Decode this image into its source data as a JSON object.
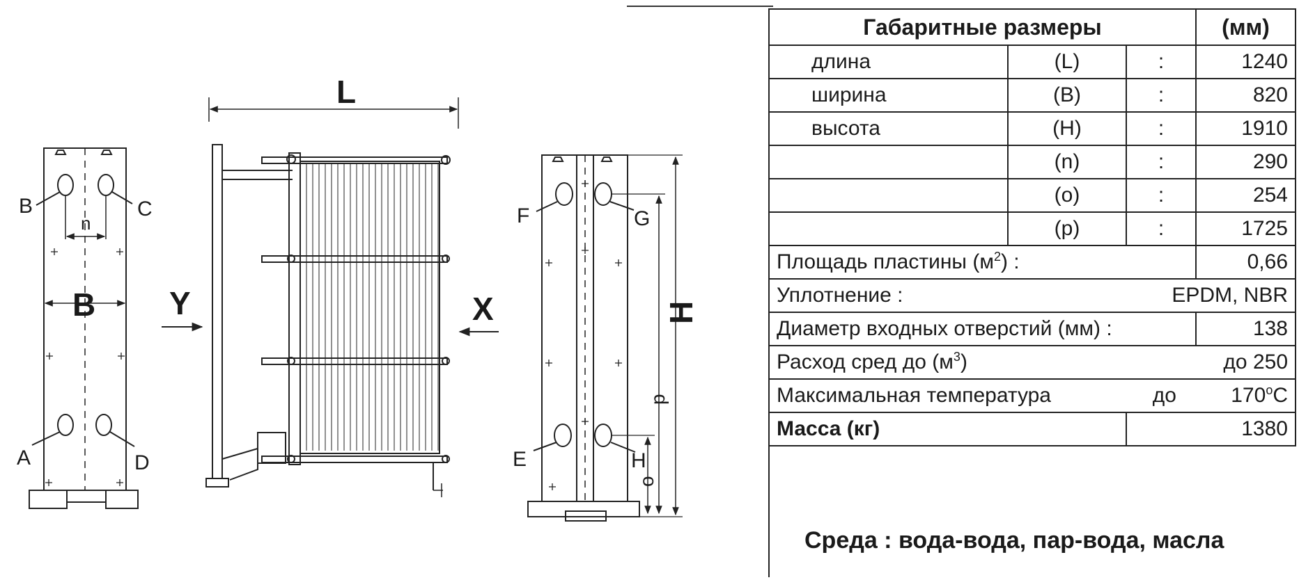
{
  "drawing": {
    "front_view": {
      "port_b": "B",
      "port_c": "C",
      "port_a": "A",
      "port_d": "D",
      "dim_n": "n",
      "dim_b": "B"
    },
    "side_view": {
      "dim_l": "L",
      "arrow_y": "Y",
      "arrow_x": "X"
    },
    "rear_view": {
      "port_f": "F",
      "port_g": "G",
      "port_e": "E",
      "port_h": "H",
      "dim_h": "H",
      "dim_p": "p",
      "dim_o": "o"
    }
  },
  "table": {
    "header": {
      "title": "Габаритные размеры",
      "unit": "(мм)"
    },
    "dimensions": [
      {
        "name": "длина",
        "symbol": "(L)",
        "sep": ":",
        "value": "1240"
      },
      {
        "name": "ширина",
        "symbol": "(B)",
        "sep": ":",
        "value": "820"
      },
      {
        "name": "высота",
        "symbol": "(H)",
        "sep": ":",
        "value": "1910"
      },
      {
        "name": "",
        "symbol": "(n)",
        "sep": ":",
        "value": "290"
      },
      {
        "name": "",
        "symbol": "(o)",
        "sep": ":",
        "value": "254"
      },
      {
        "name": "",
        "symbol": "(p)",
        "sep": ":",
        "value": "1725"
      }
    ],
    "plate_area": {
      "label": "Площадь  пластины  (м",
      "sup": "2",
      "suffix": ")  :",
      "value": "0,66"
    },
    "seal": {
      "label": "Уплотнение :",
      "value": "EPDM,  NBR"
    },
    "inlet_diameter": {
      "label": "Диаметр  входных отверстий  (мм) :",
      "value": "138"
    },
    "flow": {
      "label": "Расход  сред  до  (м",
      "sup": "3",
      "suffix": ")",
      "value": "до  250"
    },
    "max_temp": {
      "label": "Максимальная  температура",
      "prefix": "до",
      "value": "170",
      "sup": "o",
      "unit": "C"
    },
    "mass": {
      "label": "Масса (кг)",
      "value": "1380"
    }
  },
  "media": {
    "text": "Среда  :  вода-вода,  пар-вода,  масла"
  }
}
